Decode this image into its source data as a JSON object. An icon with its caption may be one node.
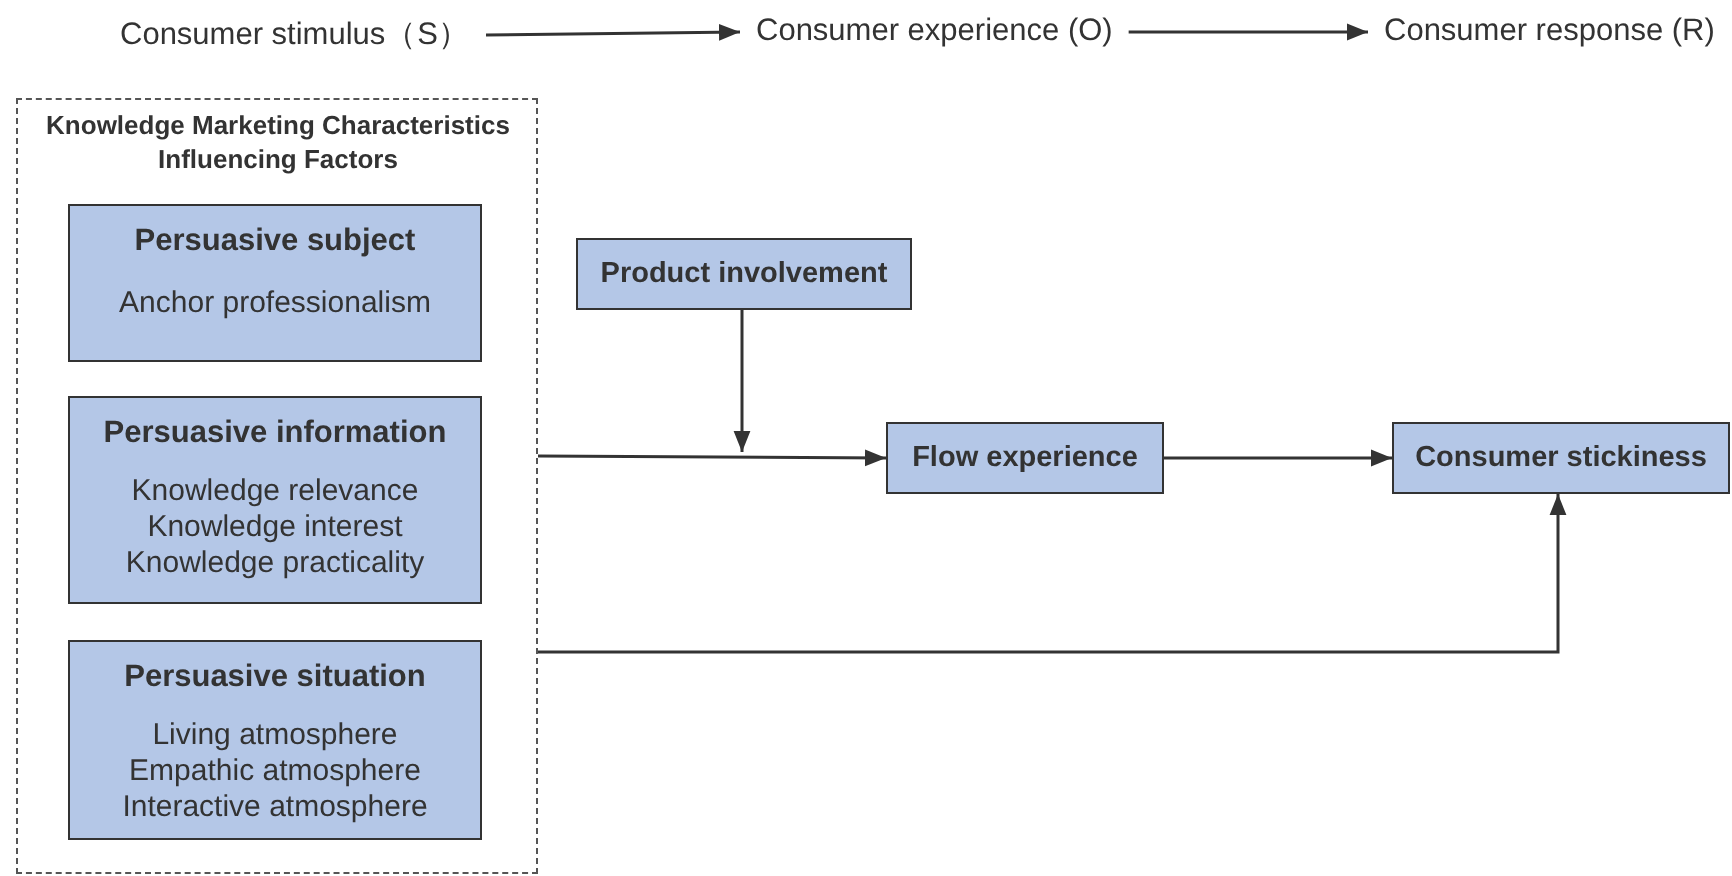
{
  "diagram": {
    "nodes": [
      {
        "text": [
          "Consumer stimulus（S）"
        ]
      },
      {
        "text": [
          "Consumer experience (O)"
        ]
      },
      {
        "text": [
          "Consumer response (R)"
        ]
      },
      {
        "text": [
          "Knowledge Marketing Characteristics Influencing Factors"
        ]
      },
      {
        "text": [
          "Persuasive subject",
          "Anchor professionalism"
        ],
        "in": 3
      },
      {
        "text": [
          "Persuasive information",
          "Knowledge relevance",
          "Knowledge interest",
          "Knowledge practicality"
        ],
        "in": 3
      },
      {
        "text": [
          "Persuasive situation",
          "Living atmosphere",
          "Empathic atmosphere",
          "Interactive atmosphere"
        ],
        "in": 3
      },
      {
        "text": [
          "Product involvement"
        ]
      },
      {
        "text": [
          "Flow experience"
        ]
      },
      {
        "text": [
          "Consumer stickiness"
        ]
      }
    ],
    "edges": [
      {
        "from": 0,
        "to": 1,
        "arrow": "to"
      },
      {
        "from": 1,
        "to": 2,
        "arrow": "to"
      },
      {
        "from": 3,
        "to": 8,
        "arrow": "to"
      },
      {
        "from": 7,
        "to": null,
        "arrow": "to"
      },
      {
        "from": 8,
        "to": 9,
        "arrow": "to"
      },
      {
        "from": 3,
        "to": 9,
        "arrow": "to"
      }
    ]
  }
}
